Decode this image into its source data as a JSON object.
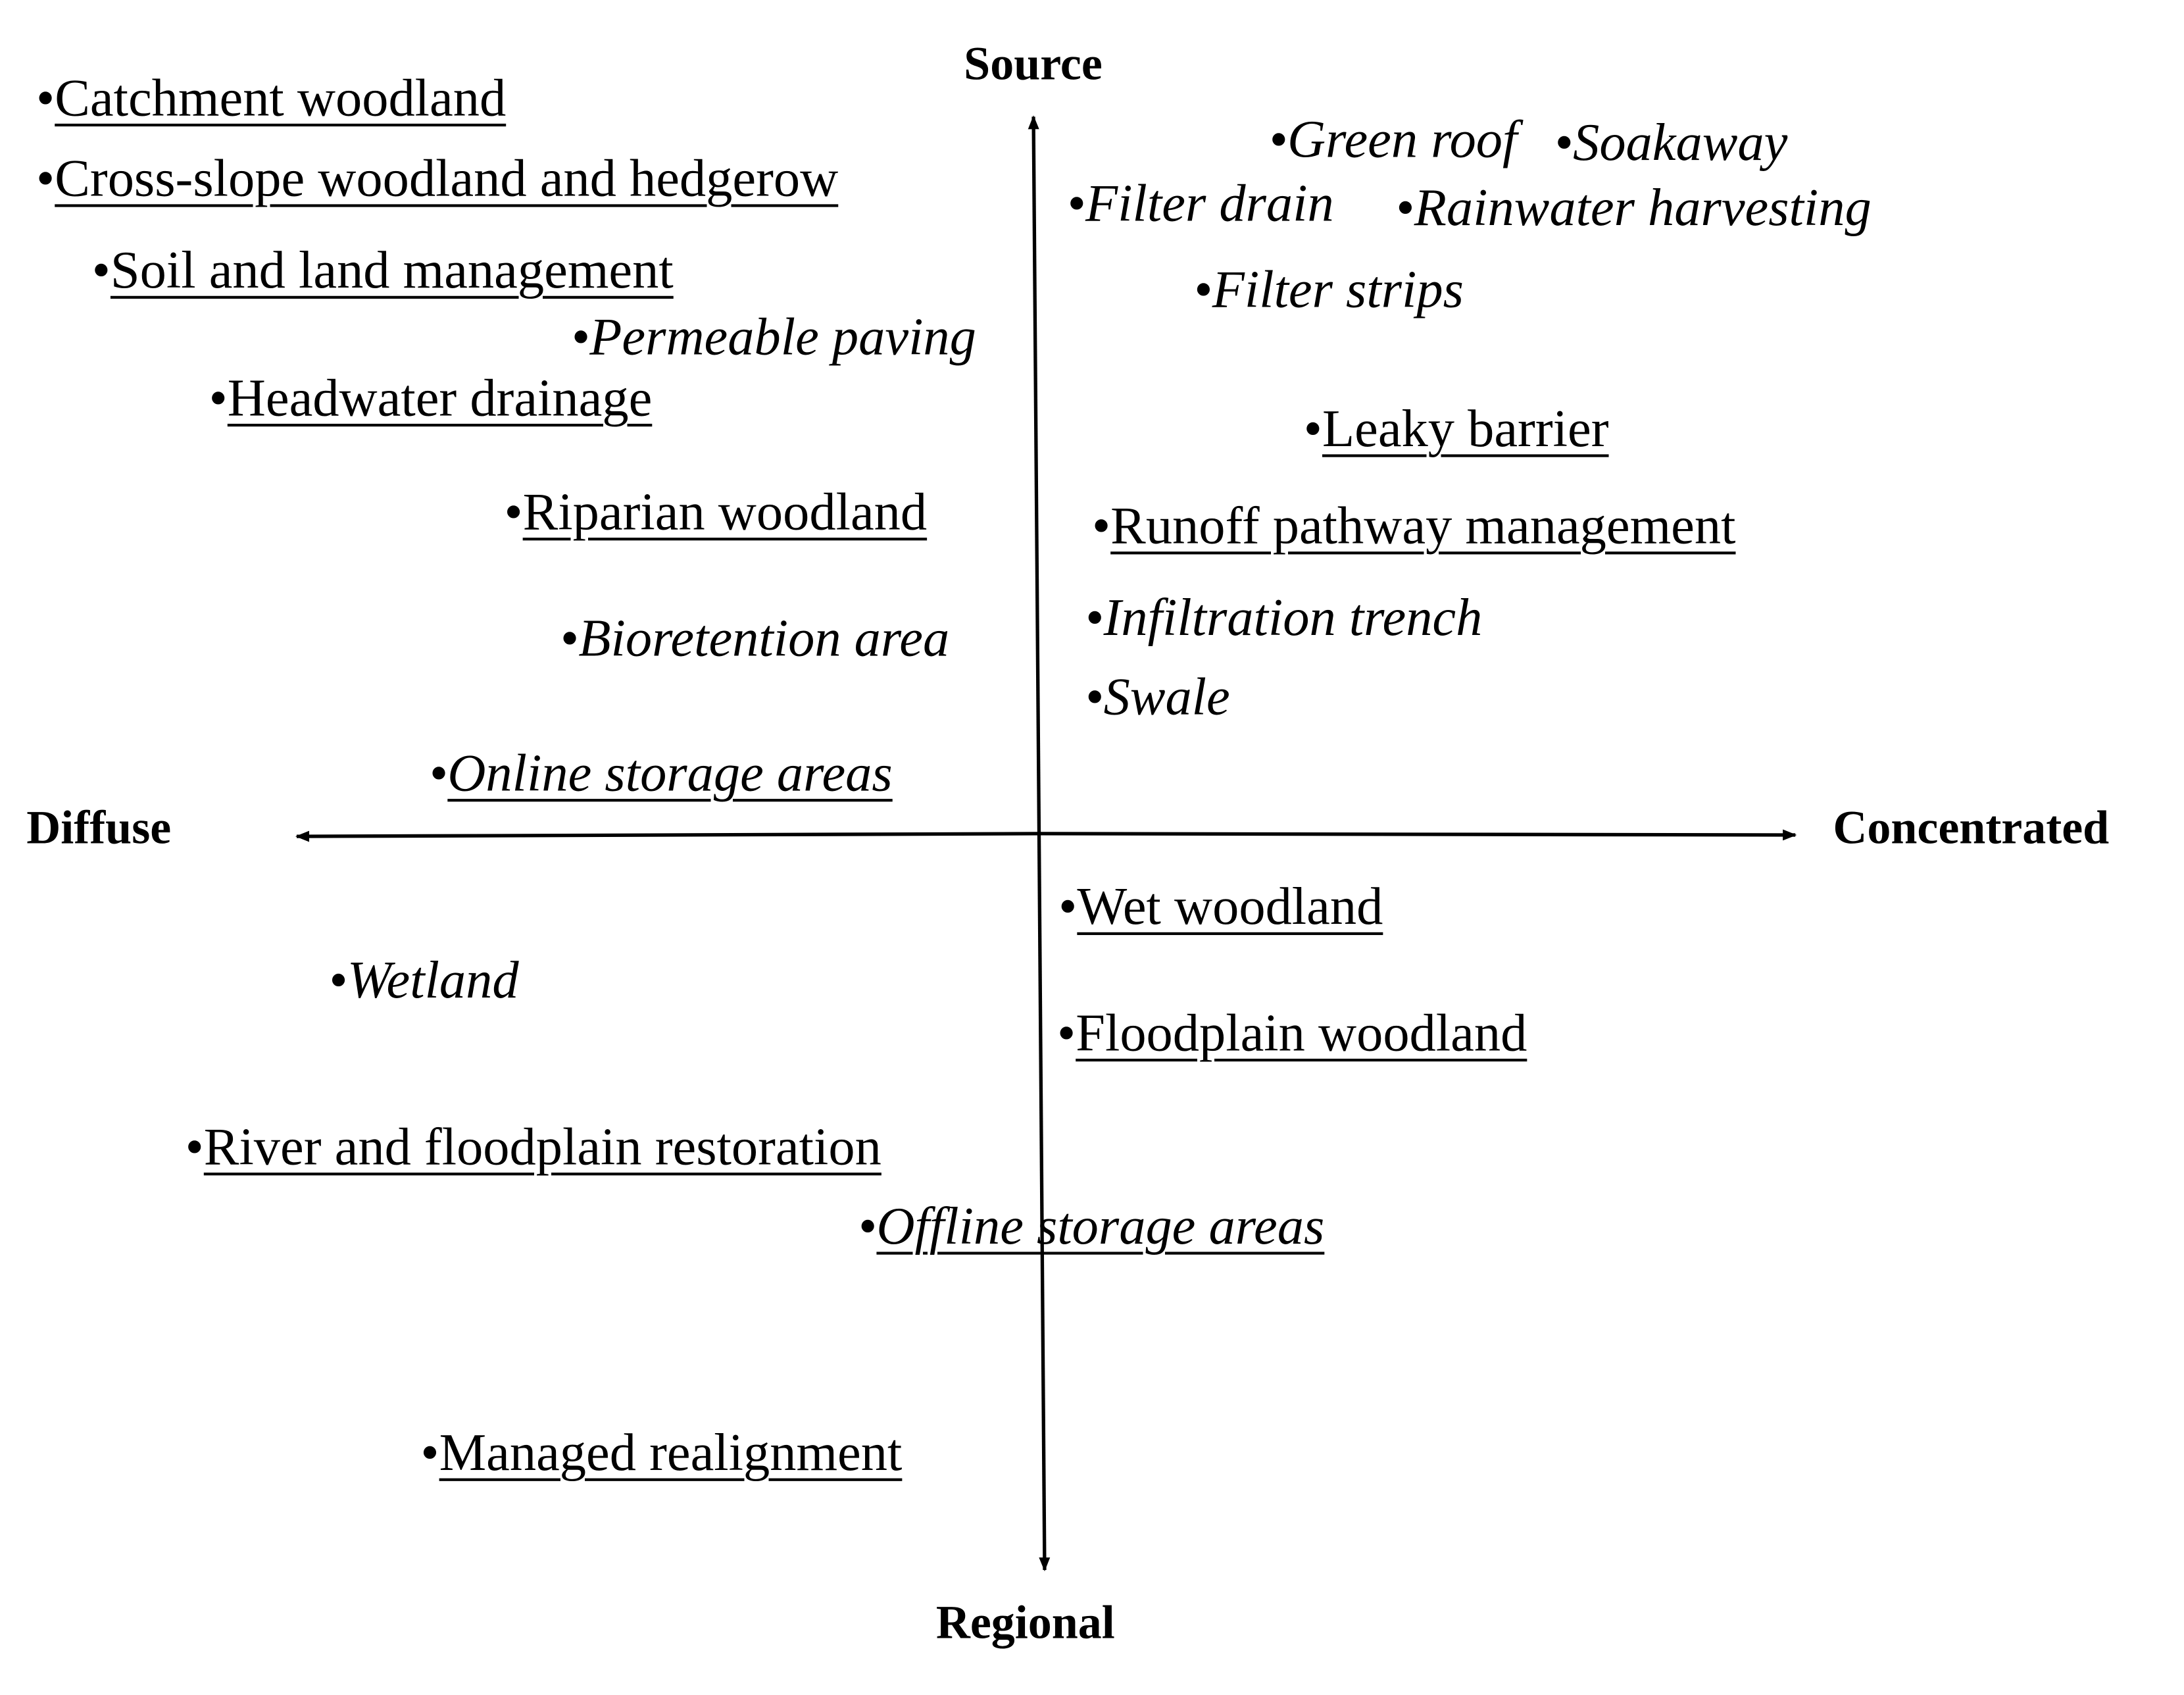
{
  "axes": {
    "top": "Source",
    "bottom": "Regional",
    "left": "Diffuse",
    "right": "Concentrated"
  },
  "bullet": "•",
  "items": {
    "catchment_woodland": "Catchment woodland",
    "cross_slope_woodland": "Cross-slope woodland and hedgerow",
    "soil_land_management": "Soil and land management",
    "permeable_paving": "Permeable paving",
    "headwater_drainage": "Headwater drainage",
    "riparian_woodland": "Riparian woodland",
    "bioretention_area": "Bioretention area",
    "online_storage_areas": "Online storage areas",
    "green_roof": "Green roof",
    "soakaway": "Soakaway",
    "filter_drain": "Filter drain",
    "rainwater_harvesting": "Rainwater harvesting",
    "filter_strips": "Filter strips",
    "leaky_barrier": "Leaky barrier",
    "runoff_pathway_management": "Runoff pathway management",
    "infiltration_trench": "Infiltration trench",
    "swale": "Swale",
    "wet_woodland": "Wet woodland",
    "wetland": "Wetland",
    "floodplain_woodland": "Floodplain woodland",
    "river_floodplain_restoration": "River and floodplain restoration",
    "offline_storage_areas": "Offline storage areas",
    "managed_realignment": "Managed realignment"
  }
}
